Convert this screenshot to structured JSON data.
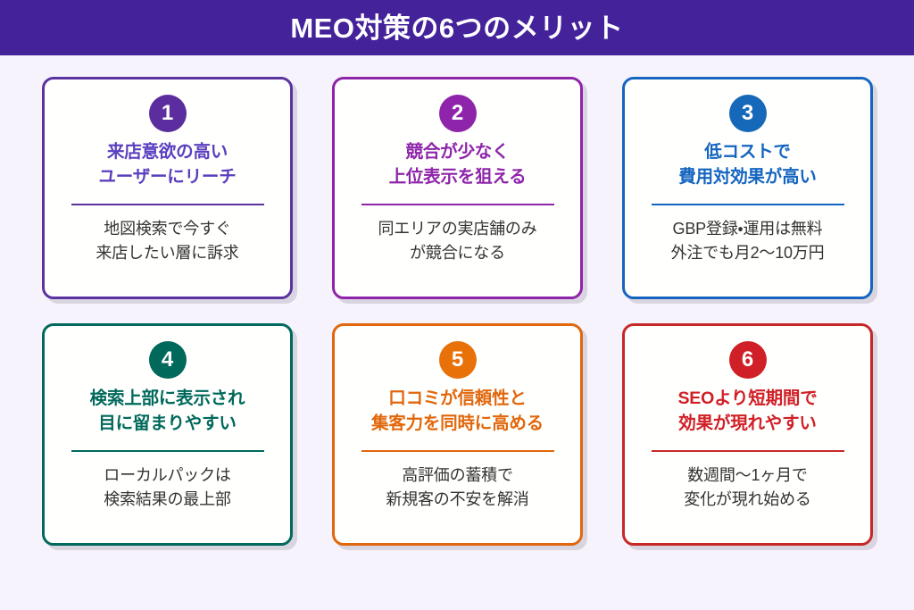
{
  "header": {
    "title": "MEO対策の6つのメリット",
    "bg_color": "#44229a",
    "text_color": "#ffffff"
  },
  "page": {
    "background_color": "#f6f3fc",
    "card_background_color": "#fffffd",
    "body_text_color": "#333333"
  },
  "cards": [
    {
      "number": "1",
      "title": "来店意欲の高い\nユーザーにリーチ",
      "body": "地図検索で今すぐ\n来店したい層に訴求",
      "accent_color": "#5b32a0",
      "title_color": "#5b3fbf",
      "badge_color": "#5b2d9e"
    },
    {
      "number": "2",
      "title": "競合が少なく\n上位表示を狙える",
      "body": "同エリアの実店舗のみ\nが競合になる",
      "accent_color": "#8e24aa",
      "title_color": "#8e24aa",
      "badge_color": "#8e24aa"
    },
    {
      "number": "3",
      "title": "低コストで\n費用対効果が高い",
      "body": "GBP登録・運用は無料\n外注でも月2〜10万円",
      "accent_color": "#1565c0",
      "title_color": "#1565c0",
      "badge_color": "#1668b8"
    },
    {
      "number": "4",
      "title": "検索上部に表示され\n目に留まりやすい",
      "body": "ローカルパックは\n検索結果の最上部",
      "accent_color": "#00695c",
      "title_color": "#00695c",
      "badge_color": "#00695c"
    },
    {
      "number": "5",
      "title": "口コミが信頼性と\n集客力を同時に高める",
      "body": "高評価の蓄積で\n新規客の不安を解消",
      "accent_color": "#e1670c",
      "title_color": "#e1670c",
      "badge_color": "#e8710a"
    },
    {
      "number": "6",
      "title": "SEOより短期間で\n効果が現れやすい",
      "body": "数週間〜1ヶ月で\n変化が現れ始める",
      "accent_color": "#c62828",
      "title_color": "#d01f26",
      "badge_color": "#d01f26"
    }
  ]
}
